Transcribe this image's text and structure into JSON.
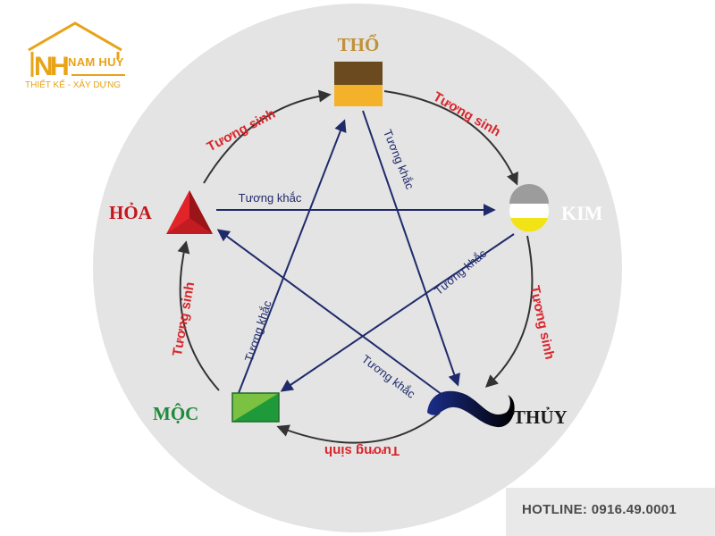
{
  "logo": {
    "brand": "NAM HUY",
    "tagline": "THIẾT KẾ - XÂY DỰNG",
    "icon": "house-nh-monogram-icon",
    "color": "#e8a317"
  },
  "elements": {
    "tho": {
      "label": "THỔ",
      "color": "#c0913a"
    },
    "kim": {
      "label": "KIM",
      "color": "#ffffff"
    },
    "thuy": {
      "label": "THỦY",
      "color": "#1a1a1a"
    },
    "moc": {
      "label": "MỘC",
      "color": "#1f8a3c"
    },
    "hoa": {
      "label": "HỎA",
      "color": "#c4161c"
    }
  },
  "relations": {
    "generating": "Tương sinh",
    "overcoming": "Tương khắc",
    "generating_color": "#d8262c",
    "overcoming_color": "#1f2a6b"
  },
  "hotline": {
    "text": "HOTLINE: 0916.49.0001"
  }
}
